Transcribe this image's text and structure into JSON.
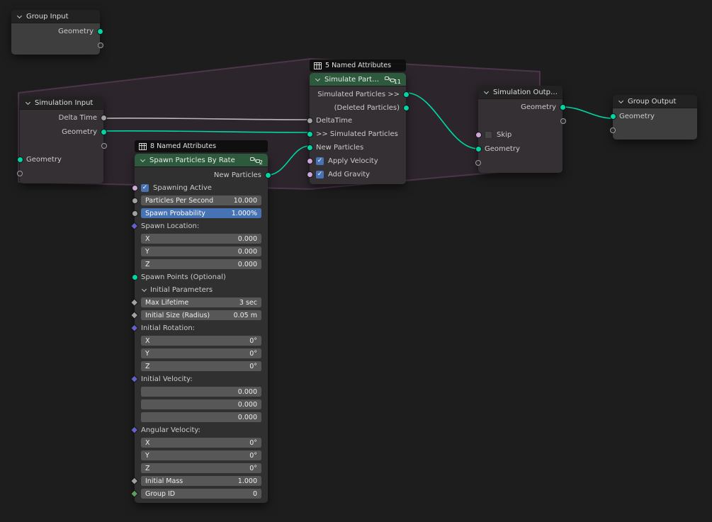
{
  "colors": {
    "background": "#1d1d1d",
    "geometry_socket": "#00d6a3",
    "float_socket": "#a1a1a1",
    "boolean_socket": "#cca6d6",
    "vector_socket": "#6363c7",
    "int_socket": "#5c9e5c",
    "group_node_header": "#2d5a3d",
    "active_field": "#4772b3",
    "simulation_zone": "#b36cad"
  },
  "icons": {
    "check": "✓",
    "attributes_icon": "spreadsheet-grid",
    "group_icon": "node-group",
    "collapse_icon": "chevron-down"
  },
  "group_input": {
    "title": "Group Input",
    "outputs": {
      "geometry": "Geometry"
    }
  },
  "simulation_input": {
    "title": "Simulation Input",
    "outputs": {
      "delta_time": "Delta Time",
      "geometry": "Geometry"
    },
    "inputs": {
      "geometry": "Geometry"
    }
  },
  "spawn_node": {
    "attributes_overlay": "8 Named Attributes",
    "title": "Spawn Particles By Rate",
    "group_count": "2",
    "outputs": {
      "new_particles": "New Particles"
    },
    "spawning_active": "Spawning Active",
    "particles_per_second": {
      "label": "Particles Per Second",
      "value": "10.000"
    },
    "spawn_probability": {
      "label": "Spawn Probability",
      "value": "1.000%"
    },
    "spawn_location": {
      "label": "Spawn Location:",
      "x": {
        "label": "X",
        "value": "0.000"
      },
      "y": {
        "label": "Y",
        "value": "0.000"
      },
      "z": {
        "label": "Z",
        "value": "0.000"
      }
    },
    "spawn_points": "Spawn Points (Optional)",
    "initial_parameters": "Initial Parameters",
    "max_lifetime": {
      "label": "Max Lifetime",
      "value": "3 sec"
    },
    "initial_size": {
      "label": "Initial Size (Radius)",
      "value": "0.05 m"
    },
    "initial_rotation": {
      "label": "Initial Rotation:",
      "x": {
        "label": "X",
        "value": "0°"
      },
      "y": {
        "label": "Y",
        "value": "0°"
      },
      "z": {
        "label": "Z",
        "value": "0°"
      }
    },
    "initial_velocity": {
      "label": "Initial Velocity:",
      "x": {
        "value": "0.000"
      },
      "y": {
        "value": "0.000"
      },
      "z": {
        "value": "0.000"
      }
    },
    "angular_velocity": {
      "label": "Angular Velocity:",
      "x": {
        "label": "X",
        "value": "0°"
      },
      "y": {
        "label": "Y",
        "value": "0°"
      },
      "z": {
        "label": "Z",
        "value": "0°"
      }
    },
    "initial_mass": {
      "label": "Initial Mass",
      "value": "1.000"
    },
    "group_id": {
      "label": "Group ID",
      "value": "0"
    }
  },
  "simulate_node": {
    "attributes_overlay": "5 Named Attributes",
    "title": "Simulate Particles",
    "group_count": "11",
    "outputs": {
      "simulated": "Simulated Particles >>",
      "deleted": "(Deleted Particles)"
    },
    "inputs": {
      "delta_time": "DeltaTime",
      "simulated": ">> Simulated Particles",
      "new_particles": "New Particles",
      "apply_velocity": "Apply Velocity",
      "add_gravity": "Add Gravity"
    }
  },
  "simulation_output": {
    "title": "Simulation Output",
    "outputs": {
      "geometry": "Geometry"
    },
    "inputs": {
      "skip": "Skip",
      "geometry": "Geometry"
    }
  },
  "group_output": {
    "title": "Group Output",
    "inputs": {
      "geometry": "Geometry"
    }
  }
}
